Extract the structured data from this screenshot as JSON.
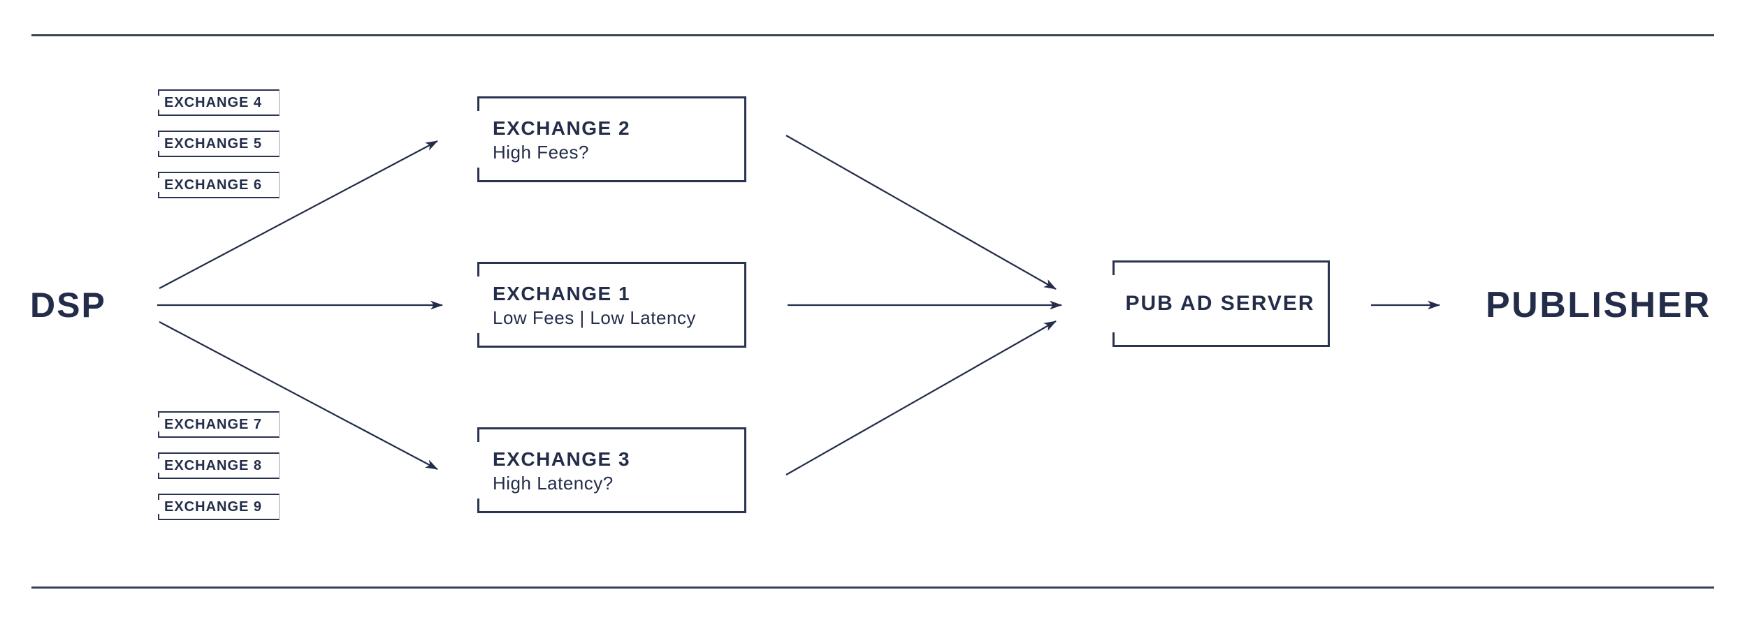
{
  "diagram": {
    "dsp": {
      "label": "DSP"
    },
    "publisher": {
      "label": "PUBLISHER"
    },
    "pub_ad_server": {
      "label": "PUB AD SERVER"
    },
    "top_exchanges": [
      "EXCHANGE 4",
      "EXCHANGE 5",
      "EXCHANGE 6"
    ],
    "bottom_exchanges": [
      "EXCHANGE 7",
      "EXCHANGE 8",
      "EXCHANGE 9"
    ],
    "main_exchanges": [
      {
        "name": "EXCHANGE 2",
        "note": "High Fees?"
      },
      {
        "name": "EXCHANGE 1",
        "note": "Low Fees | Low Latency"
      },
      {
        "name": "EXCHANGE 3",
        "note": "High Latency?"
      }
    ],
    "colors": {
      "ink": "#232d49",
      "box_border": "#2a3350",
      "rule": "#3a4356",
      "mini_box_right_edge": "#9aa0ac",
      "background": "#ffffff"
    }
  }
}
